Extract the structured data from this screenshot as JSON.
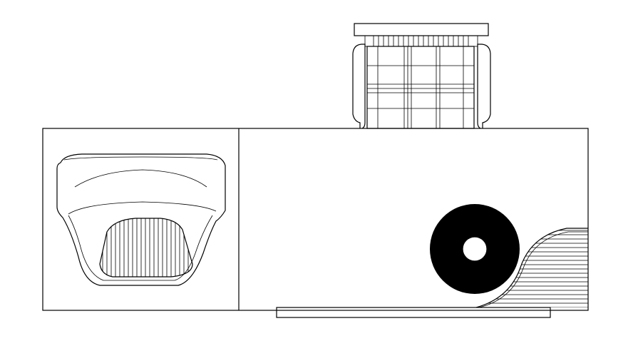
{
  "drawing": {
    "background_color": "#ffffff",
    "line_color": "#000000",
    "fill_color": "#000000",
    "parts": [
      "chair-top-view",
      "desk-outline",
      "toilet-top-view",
      "wheel",
      "curved-hatched-element",
      "base-plate"
    ]
  }
}
